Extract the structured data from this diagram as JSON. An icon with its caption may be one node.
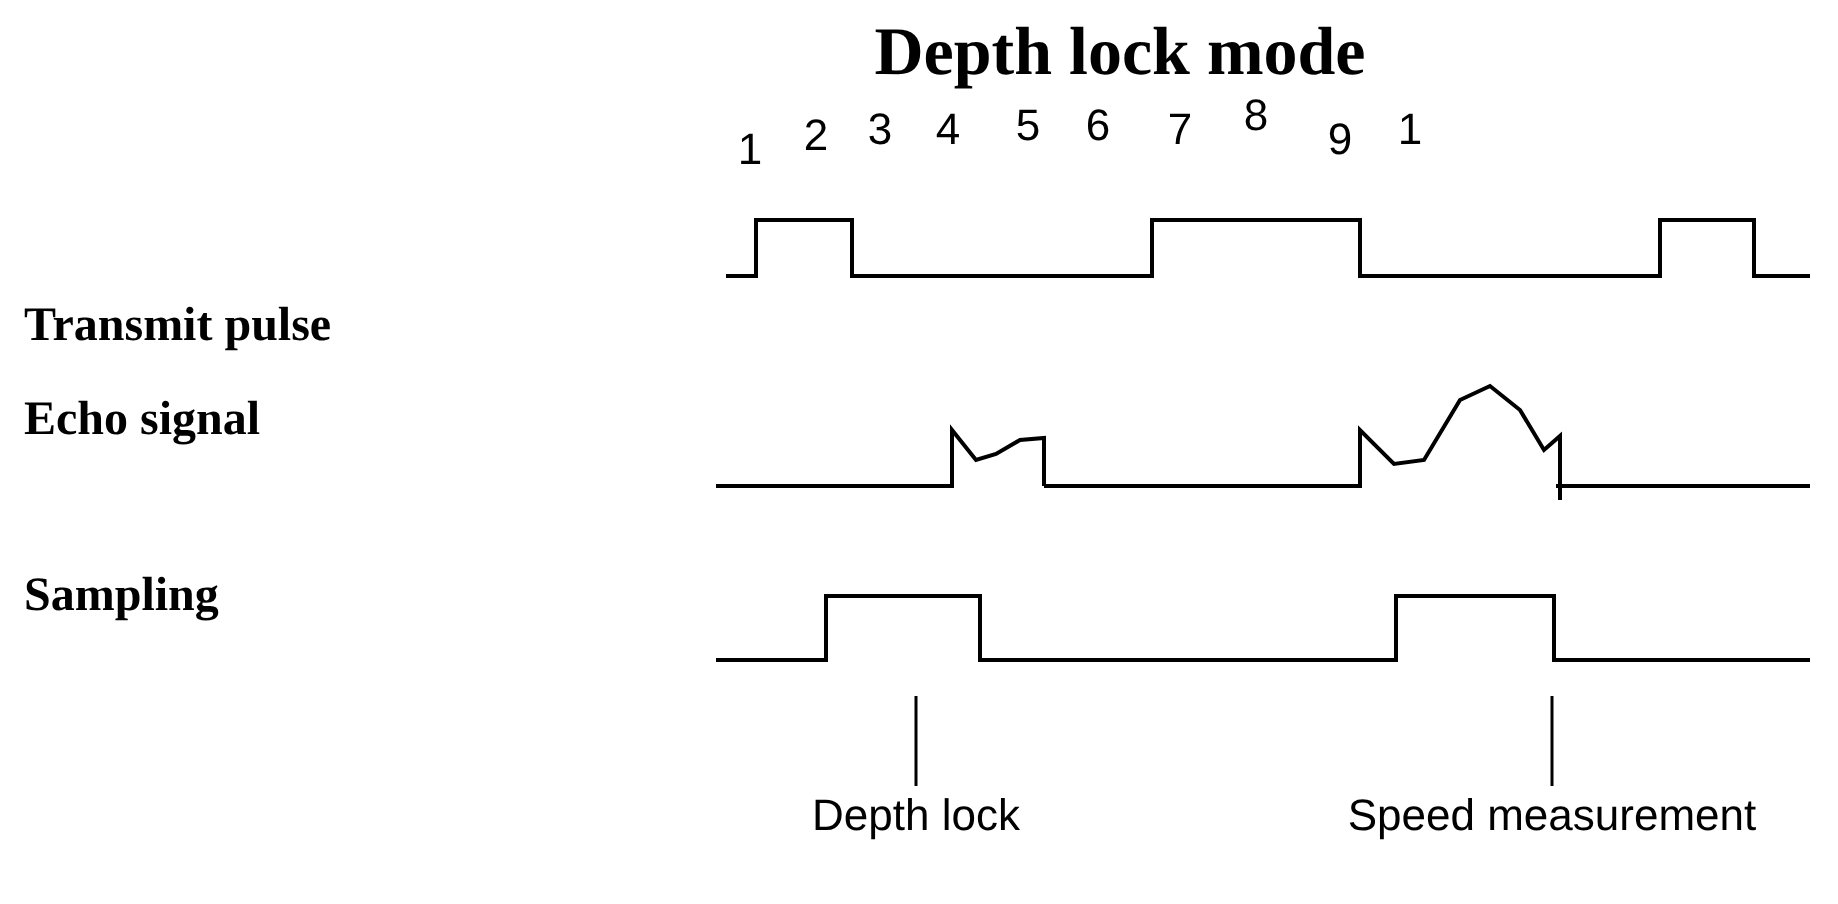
{
  "diagram": {
    "title": "Depth lock mode",
    "nodes": [
      {
        "text": [
          "Depth lock"
        ]
      },
      {
        "text": [
          "Speed measurement"
        ]
      }
    ],
    "edges": [
      {
        "from": 0,
        "to": null,
        "arrow": "none"
      },
      {
        "from": 1,
        "to": null,
        "arrow": "none"
      }
    ],
    "labels": [
      "1",
      "2",
      "3",
      "4",
      "5",
      "6",
      "7",
      "8",
      "9",
      "1",
      "Transmit pulse",
      "Echo signal",
      "Sampling"
    ]
  }
}
